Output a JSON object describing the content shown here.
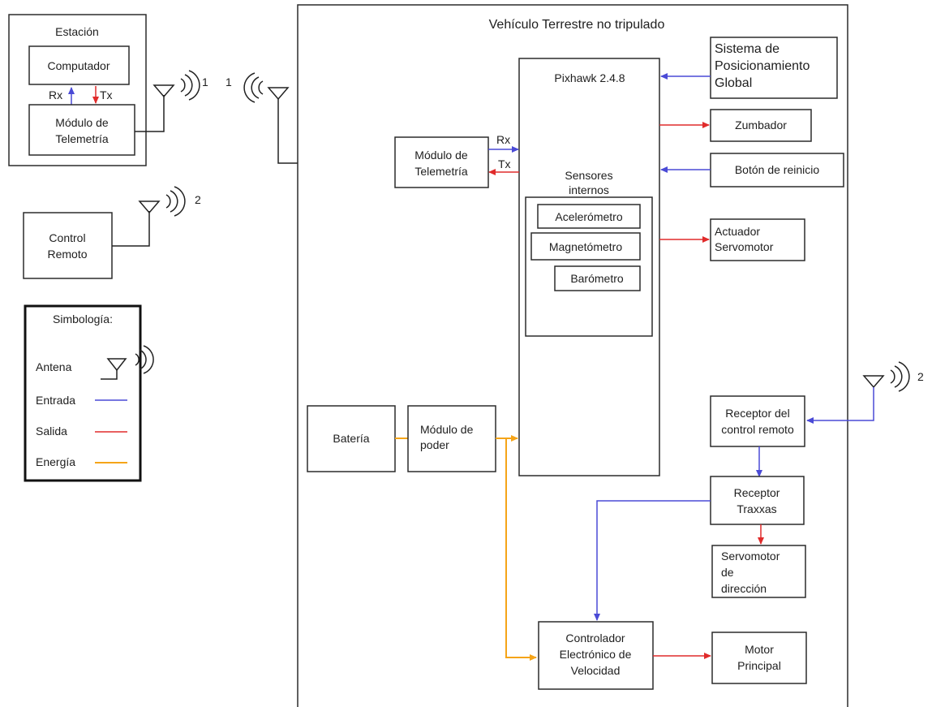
{
  "station": {
    "title": "Estación",
    "computer": "Computador",
    "rx": "Rx",
    "tx": "Tx",
    "telemetry": [
      "Módulo de",
      "Telemetría"
    ]
  },
  "remote_control": [
    "Control",
    "Remoto"
  ],
  "antenna_labels": {
    "one_left": "1",
    "one_right": "1",
    "two_left": "2",
    "two_right": "2"
  },
  "legend": {
    "title": "Simbología:",
    "items": [
      {
        "label": "Antena",
        "kind": "antenna"
      },
      {
        "label": "Entrada",
        "kind": "line",
        "color": "#4a4ad6"
      },
      {
        "label": "Salida",
        "kind": "line",
        "color": "#e02b2b"
      },
      {
        "label": "Energía",
        "kind": "line",
        "color": "#f5a418"
      }
    ]
  },
  "vehicle": {
    "title": "Vehículo Terrestre no tripulado",
    "pixhawk": "Pixhawk 2.4.8",
    "sensors_title": [
      "Sensores",
      "internos"
    ],
    "sensors": [
      "Acelerómetro",
      "Magnetómetro",
      "Barómetro"
    ],
    "telemetry": [
      "Módulo de",
      "Telemetría"
    ],
    "rx": "Rx",
    "tx": "Tx",
    "gps": [
      "Sistema de",
      "Posicionamiento",
      "Global"
    ],
    "buzzer": "Zumbador",
    "reset": "Botón de reinicio",
    "actuator": [
      "Actuador",
      "Servomotor"
    ],
    "battery": "Batería",
    "power_module": [
      "Módulo de",
      "poder"
    ],
    "rc_receiver": [
      "Receptor del",
      "control remoto"
    ],
    "traxxas": [
      "Receptor",
      "Traxxas"
    ],
    "steering_servo": [
      "Servomotor",
      "de",
      "dirección"
    ],
    "esc": [
      "Controlador",
      "Electrónico de",
      "Velocidad"
    ],
    "main_motor": [
      "Motor",
      "Principal"
    ]
  },
  "colors": {
    "input": "#4a4ad6",
    "output": "#e02b2b",
    "energy": "#f5a418"
  }
}
